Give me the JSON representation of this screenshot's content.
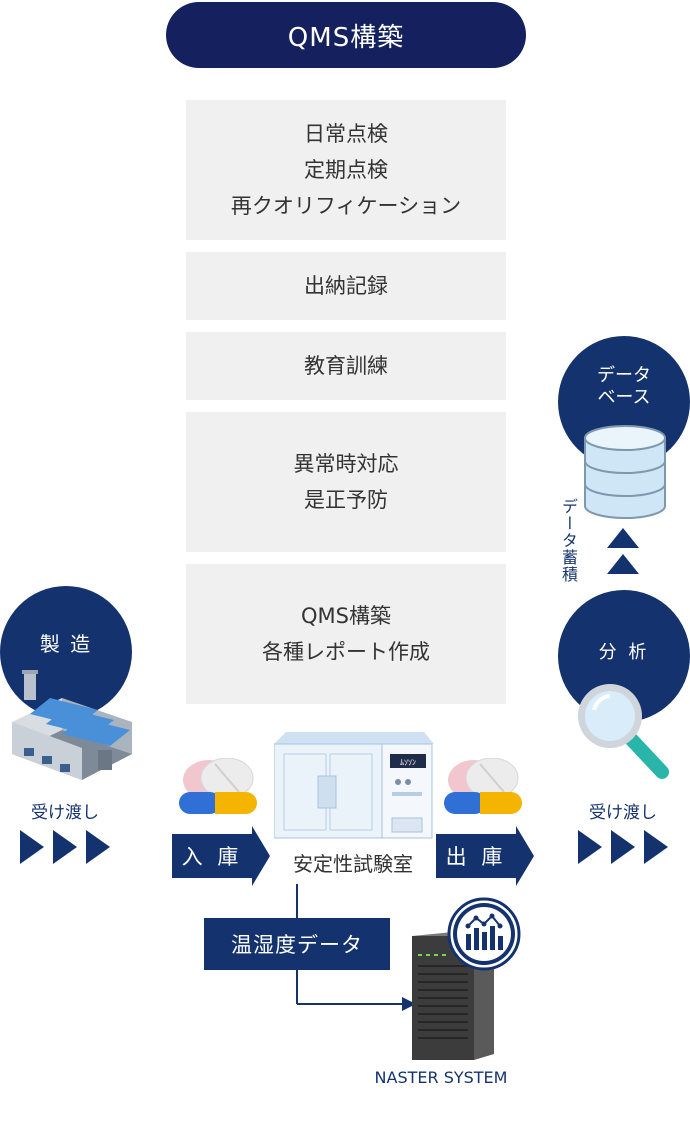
{
  "header": {
    "title": "QMS構築"
  },
  "stack_boxes": [
    {
      "lines": [
        "日常点検",
        "定期点検",
        "再クオリフィケーション"
      ]
    },
    {
      "lines": [
        "出納記録"
      ]
    },
    {
      "lines": [
        "教育訓練"
      ]
    },
    {
      "lines": [
        "異常時対応",
        "是正予防"
      ]
    },
    {
      "lines": [
        "QMS構築",
        "各種レポート作成"
      ]
    }
  ],
  "left": {
    "circle_label": "製 造",
    "handover_label": "受け渡し"
  },
  "right": {
    "database_label_1": "データ",
    "database_label_2": "ベース",
    "accumulate_label": "データ蓄積",
    "analysis_label": "分 析",
    "handover_label": "受け渡し"
  },
  "flow": {
    "inbound_label": "入 庫",
    "outbound_label": "出 庫",
    "chamber_label": "安定性試験室",
    "data_label": "温湿度データ",
    "system_label": "NASTER SYSTEM",
    "chamber_display_text": "ﾑｿｿﾝ"
  },
  "colors": {
    "navy": "#14215e",
    "blue": "#14336e",
    "panel": "#f0f0f0"
  }
}
